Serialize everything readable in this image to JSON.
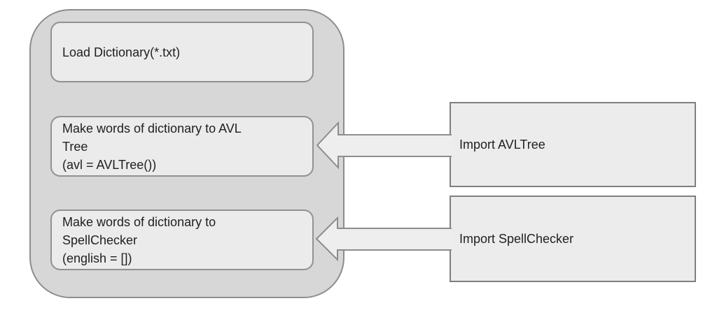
{
  "diagram": {
    "process_group": {
      "steps": [
        {
          "id": "load-dictionary",
          "lines": [
            "Load Dictionary(*.txt)"
          ]
        },
        {
          "id": "make-avl-tree",
          "lines": [
            "Make words of dictionary to AVL",
            "Tree",
            "(avl = AVLTree())"
          ]
        },
        {
          "id": "make-spellchecker",
          "lines": [
            "Make words of dictionary to",
            "SpellChecker",
            "(english = [])"
          ]
        }
      ]
    },
    "import_boxes": [
      {
        "id": "import-avltree",
        "label": "Import AVLTree"
      },
      {
        "id": "import-spellchecker",
        "label": "Import SpellChecker"
      }
    ],
    "connectors": [
      {
        "from": "Import AVLTree",
        "to": "Make words of dictionary to AVL Tree",
        "direction": "left"
      },
      {
        "from": "Import SpellChecker",
        "to": "Make words of dictionary to SpellChecker",
        "direction": "left"
      }
    ],
    "colors": {
      "canvas_bg": "#ffffff",
      "group_fill": "#d7d7d7",
      "group_border": "#8d8d8d",
      "step_fill": "#ebebeb",
      "step_border": "#919191",
      "import_fill": "#ececec",
      "import_border": "#7f7f7f",
      "arrow_fill": "#eeeeee",
      "arrow_border": "#8d8d8d",
      "text": "#212121"
    }
  }
}
